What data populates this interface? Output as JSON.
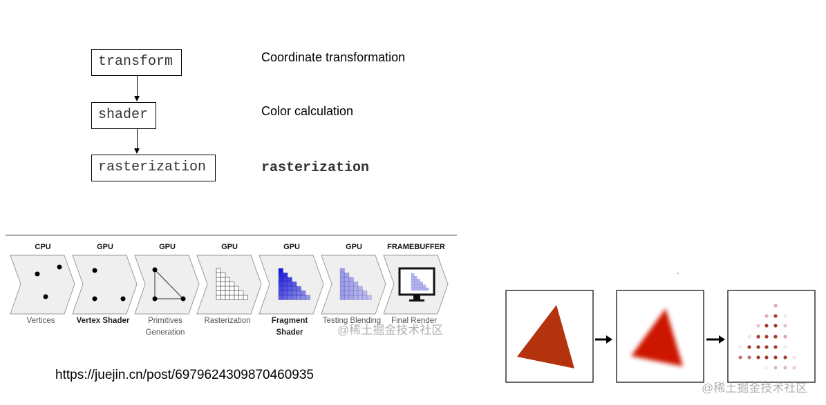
{
  "flow": {
    "steps": [
      {
        "code": "transform",
        "description": "Coordinate transformation"
      },
      {
        "code": "shader",
        "description": "Color calculation"
      },
      {
        "code": "rasterization",
        "description": "rasterization"
      }
    ]
  },
  "pipeline": {
    "stages": [
      {
        "unit": "CPU",
        "caption": "Vertices",
        "bold": false
      },
      {
        "unit": "GPU",
        "caption": "Vertex Shader",
        "bold": true
      },
      {
        "unit": "GPU",
        "caption": "Primitives Generation",
        "bold": false
      },
      {
        "unit": "GPU",
        "caption": "Rasterization",
        "bold": false
      },
      {
        "unit": "GPU",
        "caption": "Fragment Shader",
        "bold": true
      },
      {
        "unit": "GPU",
        "caption": "Testing Blending",
        "bold": false
      },
      {
        "unit": "FRAMEBUFFER",
        "caption": "Final Render",
        "bold": false
      }
    ]
  },
  "url": "https://juejin.cn/post/6979624309870460935",
  "watermark": "@稀土掘金技术社区",
  "colors": {
    "triangle": "#b5320e",
    "blurred": "#cc1400",
    "dot": "#a33a2a",
    "fragment": "#1a1adb"
  }
}
